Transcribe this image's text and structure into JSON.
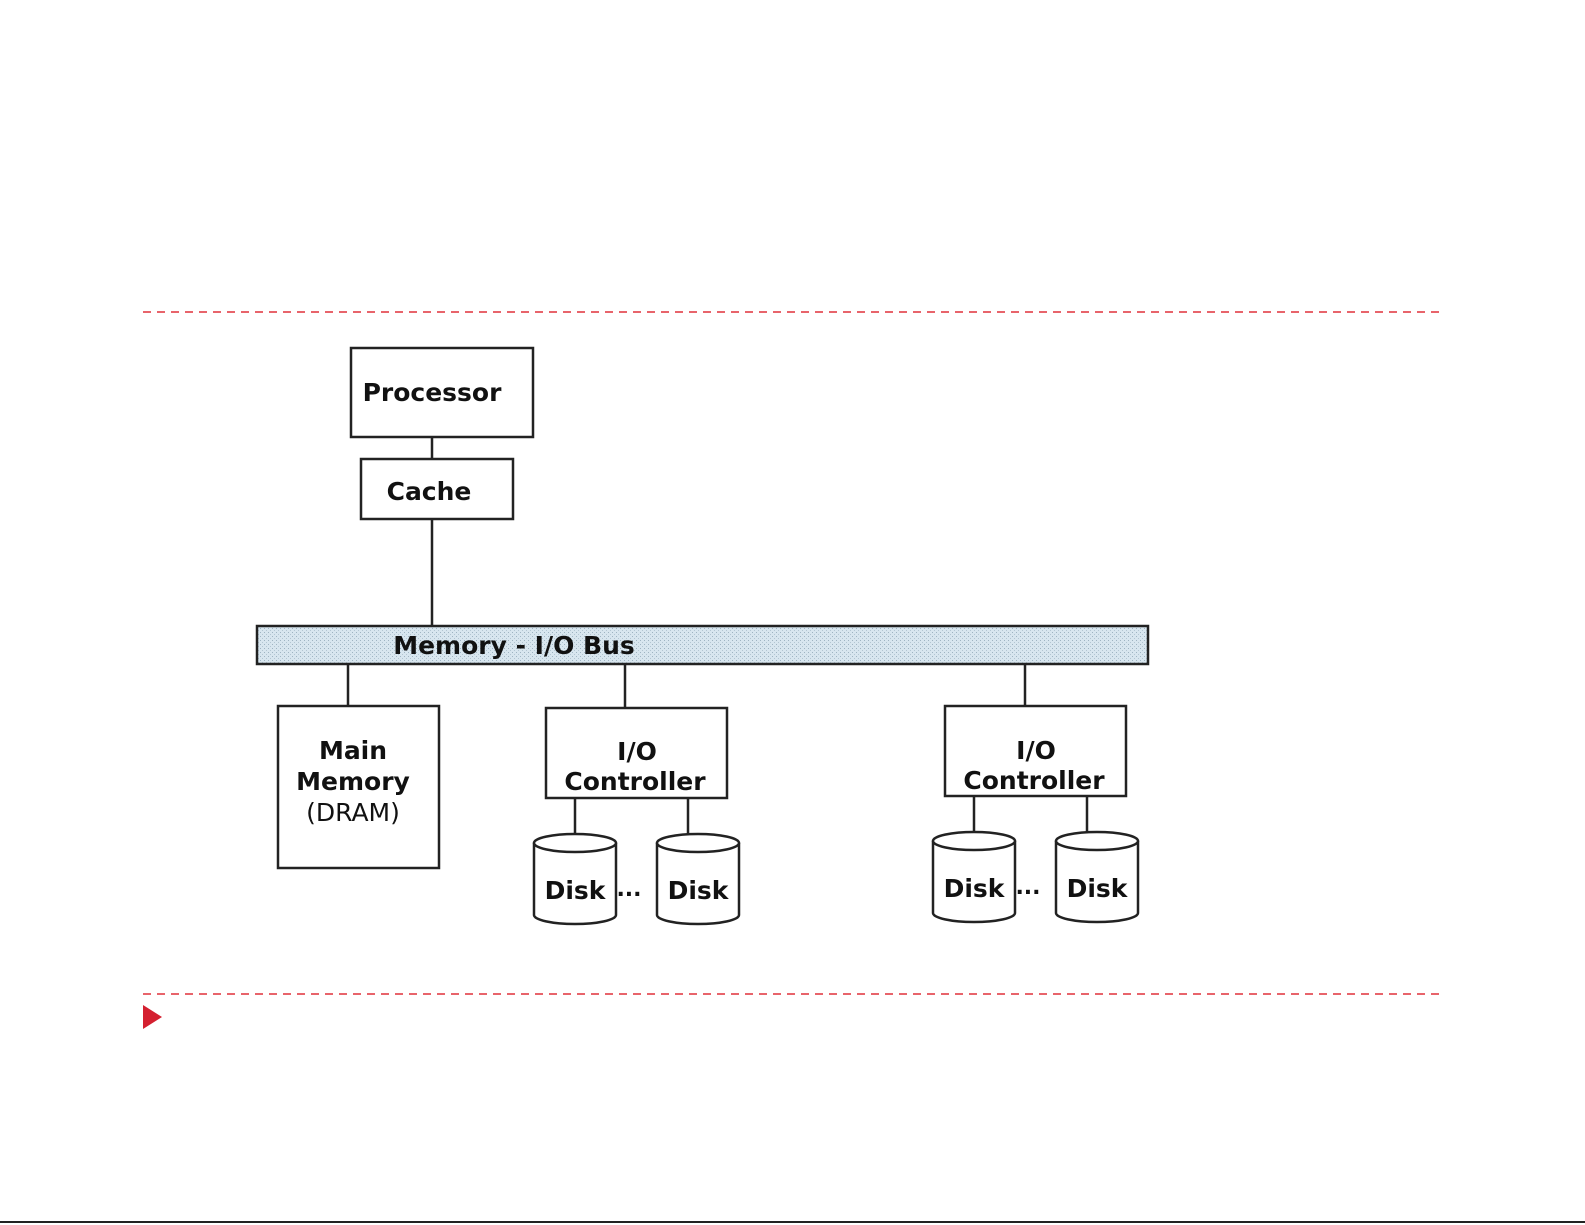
{
  "diagram": {
    "processor": {
      "label": "Processor"
    },
    "cache": {
      "label": "Cache"
    },
    "bus": {
      "label": "Memory - I/O Bus"
    },
    "main_memory": {
      "line1": "Main",
      "line2": "Memory",
      "line3": "(DRAM)"
    },
    "io_controllers": [
      {
        "line1": "I/O",
        "line2": "Controller",
        "disks": [
          {
            "label": "Disk"
          },
          {
            "label": "Disk"
          }
        ],
        "separator": "..."
      },
      {
        "line1": "I/O",
        "line2": "Controller",
        "disks": [
          {
            "label": "Disk"
          },
          {
            "label": "Disk"
          }
        ],
        "separator": "..."
      }
    ]
  },
  "colors": {
    "divider": "#e0303a",
    "bullet": "#d42030",
    "bus_fill": "#d3e3ee",
    "stroke": "#222222"
  },
  "decor": {
    "bullet_icon": "triangle-bullet-icon"
  }
}
